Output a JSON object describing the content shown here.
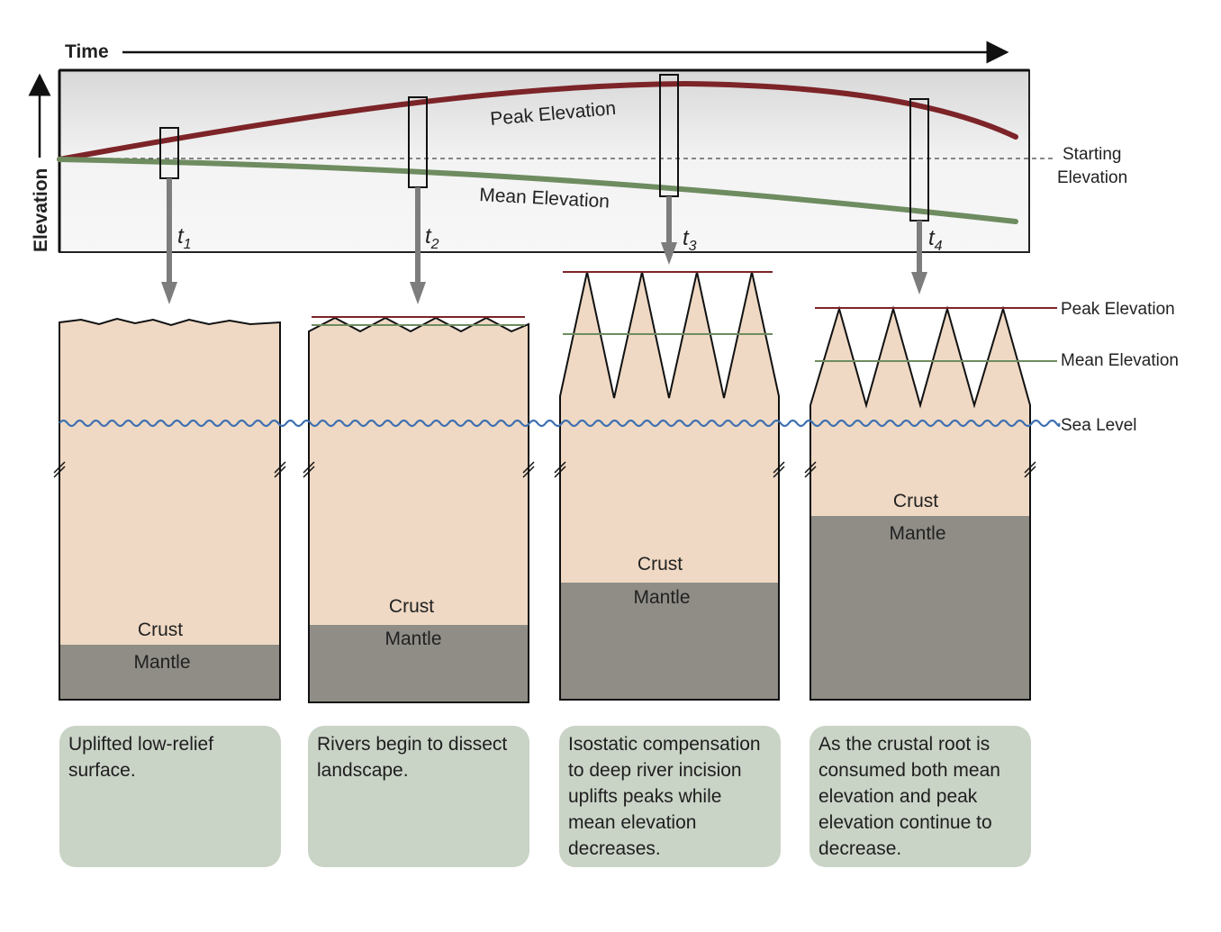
{
  "axes": {
    "x_label": "Time",
    "y_label": "Elevation"
  },
  "curves": {
    "peak_label": "Peak Elevation",
    "mean_label": "Mean Elevation",
    "starting_line": [
      "Starting",
      "Elevation"
    ],
    "peak_color": "#7c2428",
    "mean_color": "#6e8c60"
  },
  "time_steps": [
    {
      "t": "t",
      "sub": "1"
    },
    {
      "t": "t",
      "sub": "2"
    },
    {
      "t": "t",
      "sub": "3"
    },
    {
      "t": "t",
      "sub": "4"
    }
  ],
  "sections": [
    {
      "crust_label": "Crust",
      "mantle_label": "Mantle",
      "caption": "Uplifted low-relief surface."
    },
    {
      "crust_label": "Crust",
      "mantle_label": "Mantle",
      "caption": "Rivers begin to dissect landscape."
    },
    {
      "crust_label": "Crust",
      "mantle_label": "Mantle",
      "caption": "Isostatic compensation to deep river incision uplifts peaks while mean elevation decreases."
    },
    {
      "crust_label": "Crust",
      "mantle_label": "Mantle",
      "caption": "As the crustal root is consumed both mean elevation and peak elevation continue to decrease."
    }
  ],
  "right_labels": {
    "peak": "Peak Elevation",
    "mean": "Mean Elevation",
    "sea": "Sea Level"
  },
  "colors": {
    "crust": "#efd9c4",
    "mantle": "#8f8d86",
    "sea": "#3d6fb0",
    "caption_bg": "#c9d3c6"
  }
}
